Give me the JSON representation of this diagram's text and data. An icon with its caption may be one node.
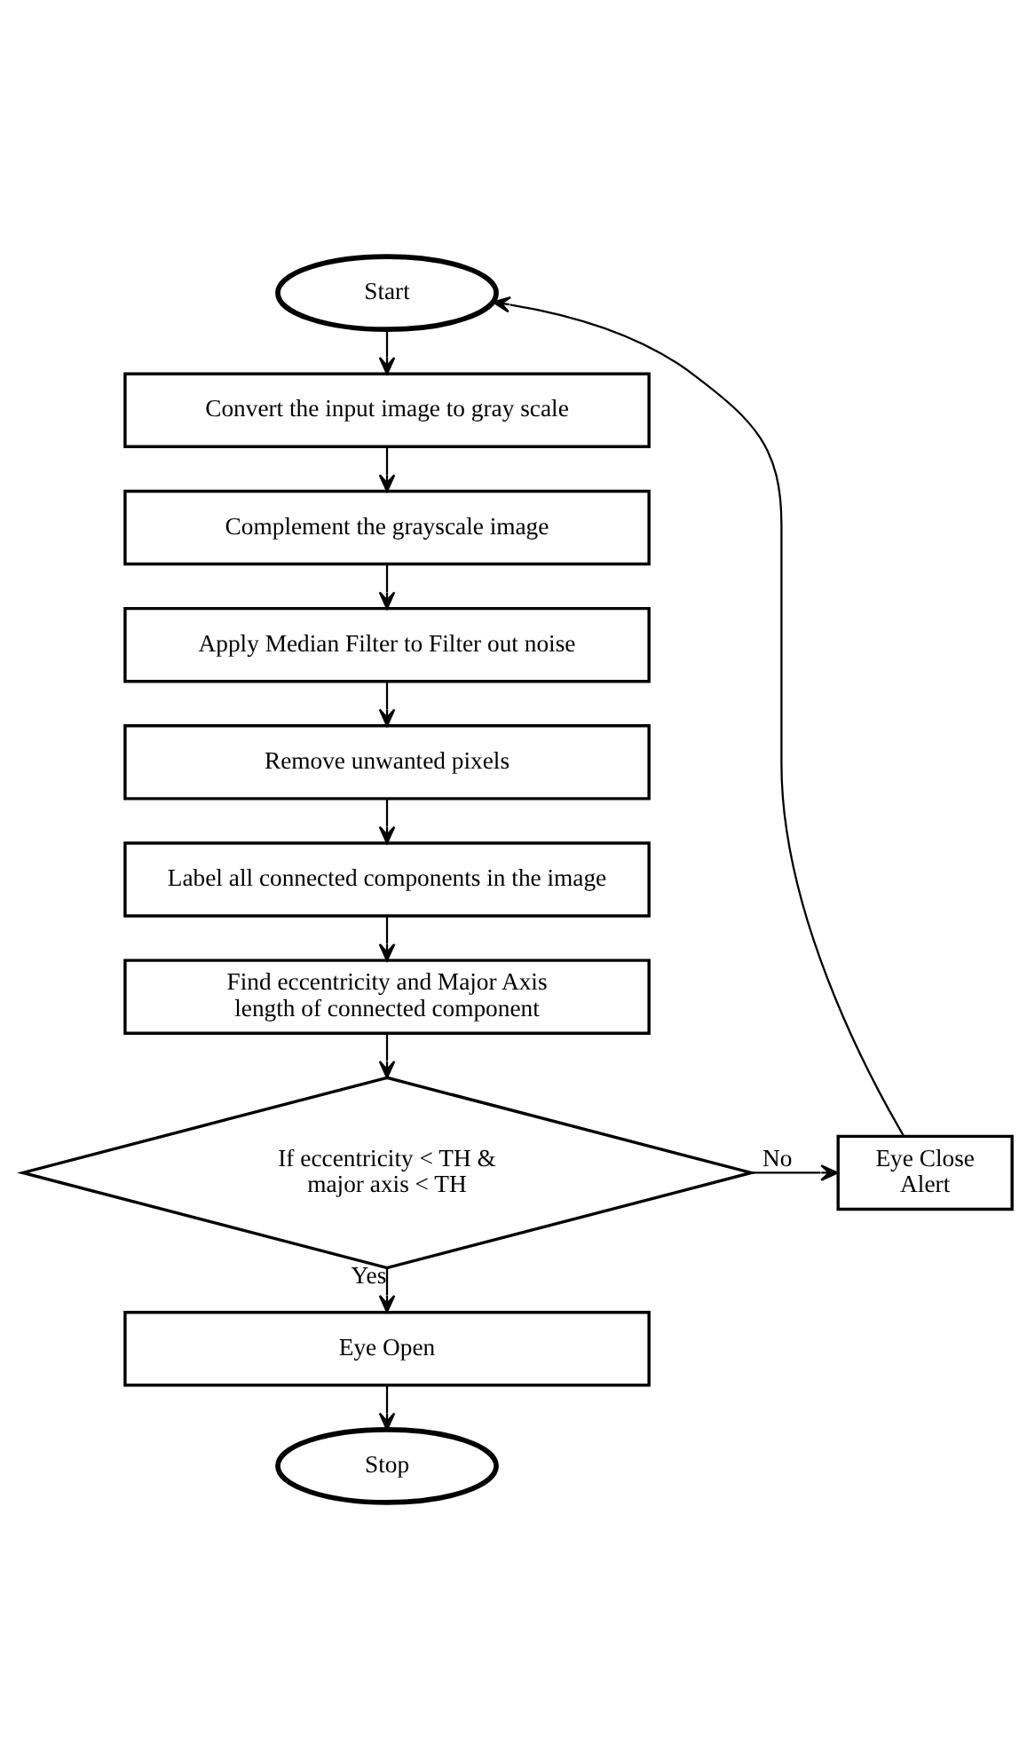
{
  "diagram": {
    "nodes": [
      {
        "text": [
          "Start"
        ]
      },
      {
        "text": [
          "Convert the input image to gray scale"
        ]
      },
      {
        "text": [
          "Complement the grayscale image"
        ]
      },
      {
        "text": [
          "Apply Median Filter to Filter out noise"
        ]
      },
      {
        "text": [
          "Remove unwanted pixels"
        ]
      },
      {
        "text": [
          "Label all connected components in the image"
        ]
      },
      {
        "text": [
          "Find eccentricity and Major Axis length of connected component"
        ]
      },
      {
        "text": [
          "If eccentricity < TH & major axis < TH"
        ]
      },
      {
        "text": [
          "Eye Close Alert"
        ]
      },
      {
        "text": [
          "Eye Open"
        ]
      },
      {
        "text": [
          "Stop"
        ]
      }
    ],
    "edges": [
      {
        "from": 0,
        "to": 1,
        "arrow": "to"
      },
      {
        "from": 1,
        "to": 2,
        "arrow": "to"
      },
      {
        "from": 2,
        "to": 3,
        "arrow": "to"
      },
      {
        "from": 3,
        "to": 4,
        "arrow": "to"
      },
      {
        "from": 4,
        "to": 5,
        "arrow": "to"
      },
      {
        "from": 5,
        "to": 6,
        "arrow": "to"
      },
      {
        "from": 6,
        "to": 7,
        "arrow": "to"
      },
      {
        "from": 7,
        "to": 8,
        "arrow": "to",
        "label": "No"
      },
      {
        "from": 8,
        "to": 0,
        "arrow": "to"
      },
      {
        "from": 7,
        "to": 9,
        "arrow": "to",
        "label": "Yes"
      },
      {
        "from": 9,
        "to": 10,
        "arrow": "to"
      }
    ]
  }
}
